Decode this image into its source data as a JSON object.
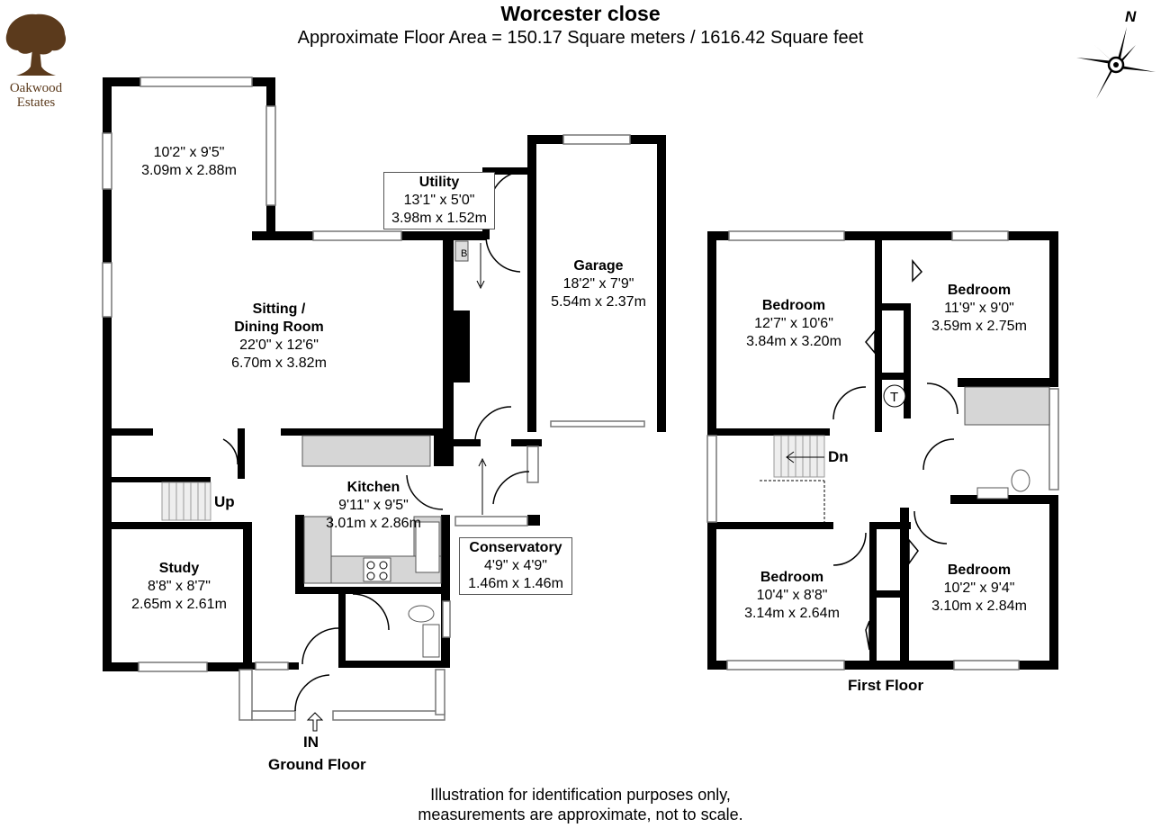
{
  "header": {
    "title": "Worcester close",
    "subtitle": "Approximate Floor Area = 150.17 Square meters / 1616.42 Square feet"
  },
  "logo": {
    "line1": "Oakwood",
    "line2": "Estates",
    "color": "#5b3a1c"
  },
  "compass": {
    "label": "N"
  },
  "ground_floor": {
    "name": "Ground Floor",
    "entrance_label": "IN",
    "stairs_label": "Up",
    "boiler_label": "B",
    "rooms": {
      "front_room": {
        "name": "",
        "imperial": "10'2\" x 9'5\"",
        "metric": "3.09m x 2.88m"
      },
      "sitting": {
        "name": "Sitting /",
        "name2": "Dining Room",
        "imperial": "22'0\" x 12'6\"",
        "metric": "6.70m x 3.82m"
      },
      "utility": {
        "name": "Utility",
        "imperial": "13'1\" x 5'0\"",
        "metric": "3.98m x 1.52m"
      },
      "garage": {
        "name": "Garage",
        "imperial": "18'2\" x 7'9\"",
        "metric": "5.54m x 2.37m"
      },
      "kitchen": {
        "name": "Kitchen",
        "imperial": "9'11\" x 9'5\"",
        "metric": "3.01m x 2.86m"
      },
      "study": {
        "name": "Study",
        "imperial": "8'8\" x 8'7\"",
        "metric": "2.65m x 2.61m"
      },
      "conservatory": {
        "name": "Conservatory",
        "imperial": "4'9\" x 4'9\"",
        "metric": "1.46m x 1.46m"
      }
    }
  },
  "first_floor": {
    "name": "First Floor",
    "stairs_label": "Dn",
    "tank_label": "T",
    "rooms": {
      "bed1": {
        "name": "Bedroom",
        "imperial": "12'7\" x 10'6\"",
        "metric": "3.84m x 3.20m"
      },
      "bed2": {
        "name": "Bedroom",
        "imperial": "11'9\" x 9'0\"",
        "metric": "3.59m x 2.75m"
      },
      "bed3": {
        "name": "Bedroom",
        "imperial": "10'4\" x 8'8\"",
        "metric": "3.14m x 2.64m"
      },
      "bed4": {
        "name": "Bedroom",
        "imperial": "10'2\" x 9'4\"",
        "metric": "3.10m x 2.84m"
      }
    }
  },
  "disclaimer": {
    "line1": "Illustration for identification purposes only,",
    "line2": "measurements are approximate, not to scale."
  },
  "colors": {
    "wall": "#000000",
    "window": "#9a9a9a",
    "fitting": "#d6d6d6"
  }
}
